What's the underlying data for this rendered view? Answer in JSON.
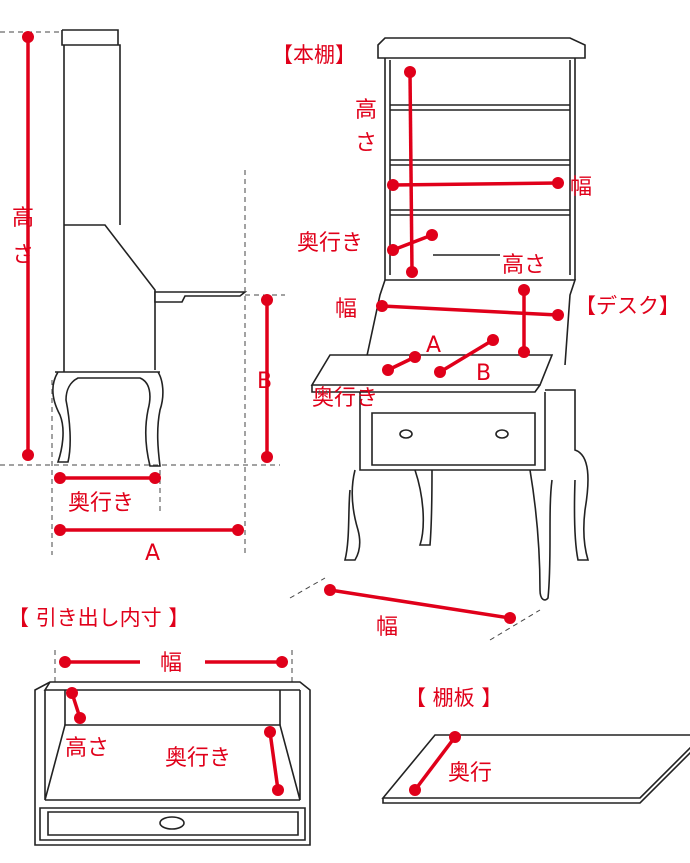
{
  "colors": {
    "accent": "#e0001a",
    "line": "#222222"
  },
  "side_view": {
    "height_label": "高さ",
    "depth_label": "奥行き",
    "a_label": "A",
    "b_label": "B"
  },
  "bookcase": {
    "title": "【本棚】",
    "height_label": "高さ",
    "width_label": "幅",
    "depth_label": "奥行き"
  },
  "desk": {
    "title": "【デスク】",
    "height_label": "高さ",
    "width_label": "幅",
    "a_label": "A",
    "b_label": "B",
    "depth_label": "奥行き",
    "overall_width_label": "幅"
  },
  "drawer": {
    "title": "【 引き出し内寸 】",
    "width_label": "幅",
    "height_label": "高さ",
    "depth_label": "奥行き"
  },
  "shelf": {
    "title": "【 棚板 】",
    "depth_label": "奥行"
  }
}
